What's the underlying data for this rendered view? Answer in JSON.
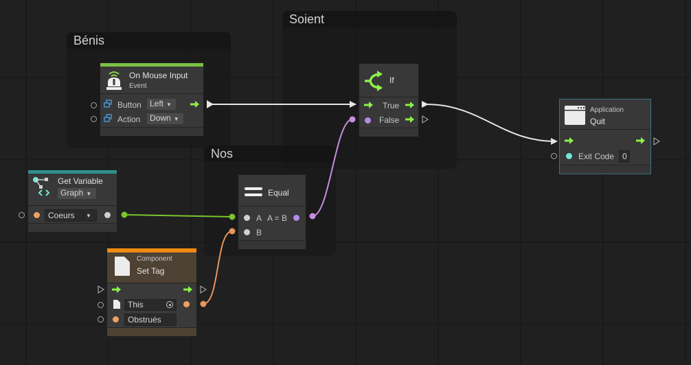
{
  "groups": {
    "benis": {
      "title": "Bénis"
    },
    "soient": {
      "title": "Soient"
    },
    "nos": {
      "title": "Nos"
    }
  },
  "nodes": {
    "on_mouse_input": {
      "title": "On Mouse Input",
      "subtitle": "Event",
      "icon": "mouse-icon",
      "accent": "#7cc142",
      "rows": [
        {
          "label": "Button",
          "value": "Left"
        },
        {
          "label": "Action",
          "value": "Down"
        }
      ]
    },
    "if": {
      "title": "If",
      "icon": "branch-icon",
      "outputs": [
        "True",
        "False"
      ]
    },
    "application_quit": {
      "subtitle": "Application",
      "title": "Quit",
      "icon": "window-icon",
      "input_label": "Exit Code",
      "input_value": "0"
    },
    "get_variable": {
      "title": "Get Variable",
      "icon": "variable-icon",
      "accent": "#2f8f8c",
      "kind": "Graph",
      "name_value": "Coeurs"
    },
    "equal": {
      "title": "Equal",
      "icon": "equal-icon",
      "input_a": "A",
      "input_b": "B",
      "output": "A = B"
    },
    "set_tag": {
      "subtitle": "Component",
      "title": "Set Tag",
      "icon": "document-icon",
      "accent": "#f08a10",
      "target_value": "This",
      "tag_value": "Obstrués"
    }
  },
  "colors": {
    "flow": "#8cf04a",
    "bool": "#b48be8",
    "string": "#f0a060",
    "int": "#6ee8d8",
    "object_wire": "#7cc42e",
    "control_wire": "#e8e8e8"
  }
}
